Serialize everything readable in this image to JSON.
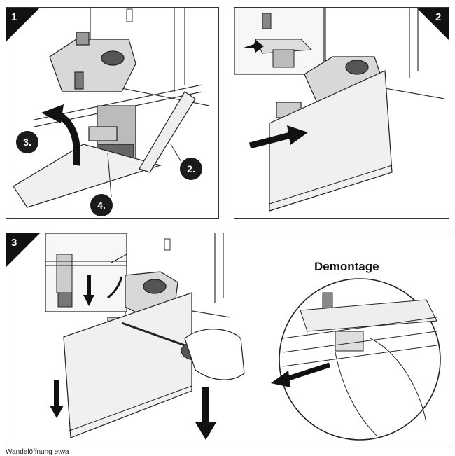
{
  "panels": [
    {
      "step": "1",
      "callouts": [
        "3.",
        "2.",
        "4."
      ]
    },
    {
      "step": "2"
    },
    {
      "step": "3",
      "detail_label": "Demontage"
    }
  ],
  "footer": {
    "caption": "Wandelöffnung etwa"
  }
}
